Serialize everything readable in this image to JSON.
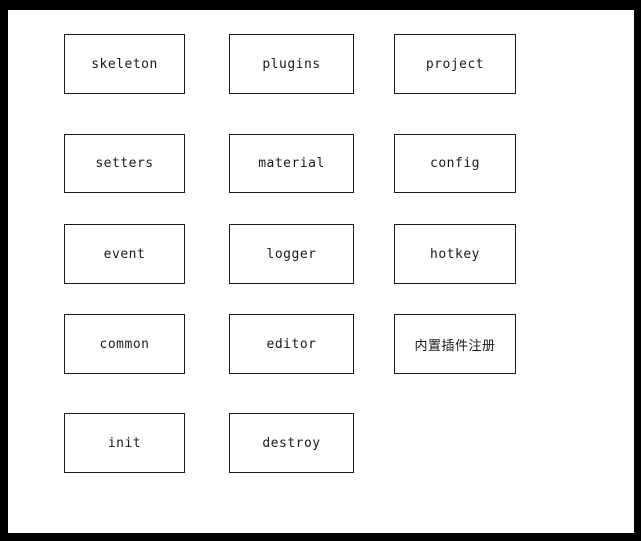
{
  "diagram": {
    "nodes": [
      {
        "label": "skeleton"
      },
      {
        "label": "plugins"
      },
      {
        "label": "project"
      },
      {
        "label": "setters"
      },
      {
        "label": "material"
      },
      {
        "label": "config"
      },
      {
        "label": "event"
      },
      {
        "label": "logger"
      },
      {
        "label": "hotkey"
      },
      {
        "label": "common"
      },
      {
        "label": "editor"
      },
      {
        "label": "内置插件注册"
      },
      {
        "label": "init"
      },
      {
        "label": "destroy"
      }
    ]
  },
  "colors": {
    "frame": "#000000",
    "canvas": "#ffffff",
    "node_fill": "#ffffff",
    "node_border": "#1a1a1a",
    "node_text": "#1a1a1a"
  }
}
